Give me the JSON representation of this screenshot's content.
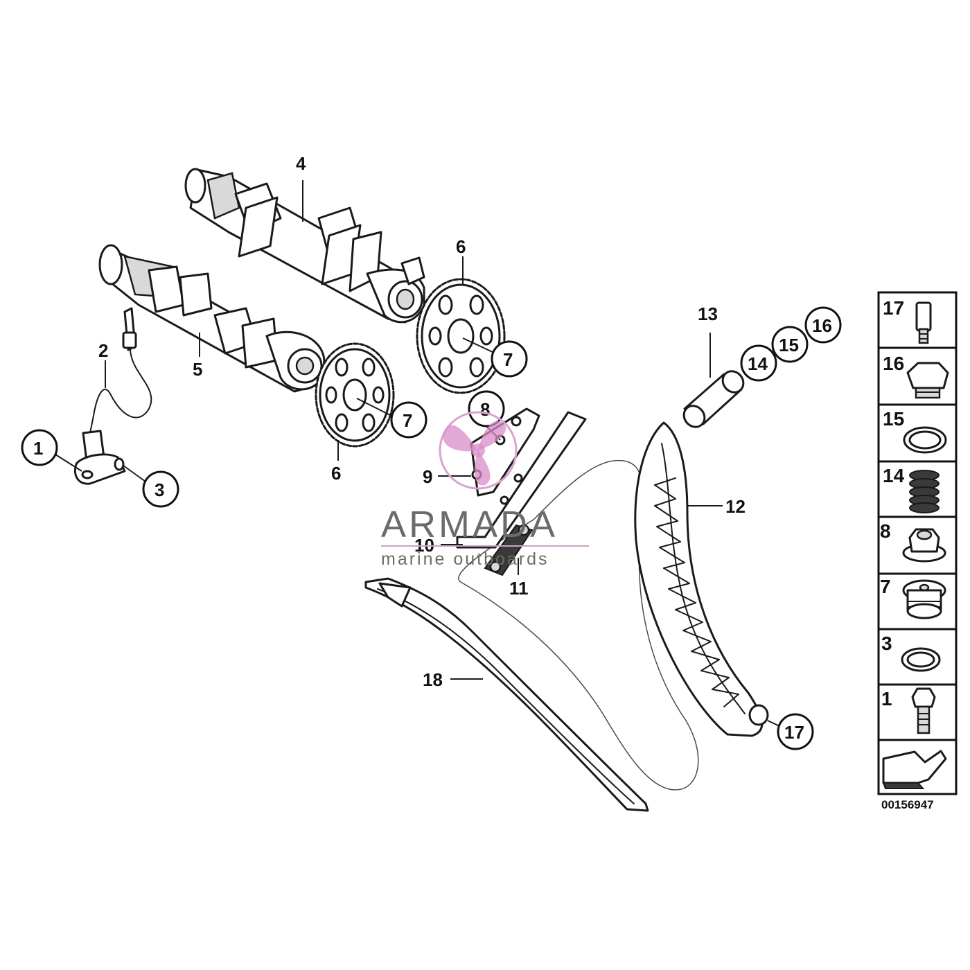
{
  "diagram": {
    "callouts": {
      "c1": "1",
      "c2": "2",
      "c3": "3",
      "c4": "4",
      "c5": "5",
      "c6a": "6",
      "c6b": "6",
      "c7a": "7",
      "c7b": "7",
      "c8": "8",
      "c9": "9",
      "c10": "10",
      "c11": "11",
      "c12": "12",
      "c13": "13",
      "c14": "14",
      "c15": "15",
      "c16": "16",
      "c17": "17",
      "c18": "18"
    },
    "side_panel": {
      "items": [
        "17",
        "16",
        "15",
        "14",
        "8",
        "7",
        "3",
        "1"
      ],
      "figure_number": "00156947"
    },
    "watermark": {
      "brand": "ARMADA",
      "tagline": "marine outboards"
    },
    "icons": [
      "bolt-icon",
      "cap-icon",
      "seal-ring-icon",
      "spring-icon",
      "nut-icon",
      "plug-icon",
      "arrow-icon"
    ]
  }
}
